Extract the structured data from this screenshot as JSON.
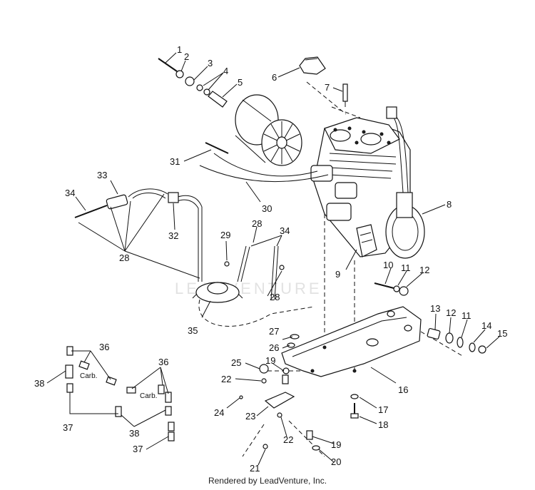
{
  "callouts": [
    {
      "id": "c1",
      "text": "1"
    },
    {
      "id": "c2",
      "text": "2"
    },
    {
      "id": "c3",
      "text": "3"
    },
    {
      "id": "c4a",
      "text": "4"
    },
    {
      "id": "c5",
      "text": "5"
    },
    {
      "id": "c6",
      "text": "6"
    },
    {
      "id": "c7",
      "text": "7"
    },
    {
      "id": "c8",
      "text": "8"
    },
    {
      "id": "c9",
      "text": "9"
    },
    {
      "id": "c10",
      "text": "10"
    },
    {
      "id": "c11a",
      "text": "11"
    },
    {
      "id": "c12a",
      "text": "12"
    },
    {
      "id": "c13",
      "text": "13"
    },
    {
      "id": "c12b",
      "text": "12"
    },
    {
      "id": "c11b",
      "text": "11"
    },
    {
      "id": "c14",
      "text": "14"
    },
    {
      "id": "c15",
      "text": "15"
    },
    {
      "id": "c16",
      "text": "16"
    },
    {
      "id": "c17",
      "text": "17"
    },
    {
      "id": "c18",
      "text": "18"
    },
    {
      "id": "c19a",
      "text": "19"
    },
    {
      "id": "c19b",
      "text": "19"
    },
    {
      "id": "c20",
      "text": "20"
    },
    {
      "id": "c21",
      "text": "21"
    },
    {
      "id": "c22a",
      "text": "22"
    },
    {
      "id": "c22b",
      "text": "22"
    },
    {
      "id": "c23",
      "text": "23"
    },
    {
      "id": "c24",
      "text": "24"
    },
    {
      "id": "c25",
      "text": "25"
    },
    {
      "id": "c26",
      "text": "26"
    },
    {
      "id": "c27",
      "text": "27"
    },
    {
      "id": "c28a",
      "text": "28"
    },
    {
      "id": "c28b",
      "text": "28"
    },
    {
      "id": "c28c",
      "text": "28"
    },
    {
      "id": "c29",
      "text": "29"
    },
    {
      "id": "c30",
      "text": "30"
    },
    {
      "id": "c31",
      "text": "31"
    },
    {
      "id": "c32",
      "text": "32"
    },
    {
      "id": "c33",
      "text": "33"
    },
    {
      "id": "c34a",
      "text": "34"
    },
    {
      "id": "c34b",
      "text": "34"
    },
    {
      "id": "c35",
      "text": "35"
    },
    {
      "id": "c36a",
      "text": "36"
    },
    {
      "id": "c36b",
      "text": "36"
    },
    {
      "id": "c37a",
      "text": "37"
    },
    {
      "id": "c37b",
      "text": "37"
    },
    {
      "id": "c38a",
      "text": "38"
    },
    {
      "id": "c38b",
      "text": "38"
    }
  ],
  "carb_labels": [
    "Carb.",
    "Carb."
  ],
  "watermark": "LEADVENTURE",
  "footer": "Rendered by LeadVenture, Inc."
}
